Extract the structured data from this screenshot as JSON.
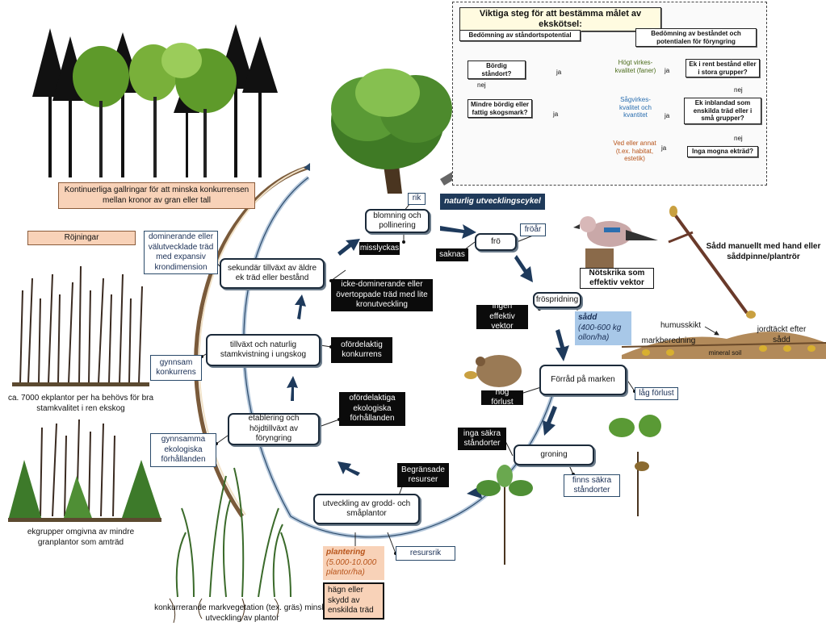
{
  "panel": {
    "title": "Viktiga steg för att bestämma målet av ekskötsel:",
    "left_heading": "Bedömning av ståndortspotential",
    "right_heading": "Bedömning av beståndet och potentialen för föryngring",
    "q_fertile": "Bördig ståndort?",
    "q_less_fertile": "Mindre bördig eller fattig skogsmark?",
    "q_pure": "Ek i rent bestånd eller i stora grupper?",
    "q_mixed": "Ek inblandad som enskilda träd eller i små grupper?",
    "q_mature": "Inga mogna ekträd?",
    "yes": "ja",
    "no": "nej",
    "out_veneer": "Högt virkes-kvalitet (faner)",
    "out_sawn": "Sågvirkes-kvalitet och kvantitet",
    "out_firewood": "Ved eller annat (t.ex. habitat, estetik)",
    "colors": {
      "veneer": "#4a6b1a",
      "sawn": "#2b6fb0",
      "firewood": "#b8541a"
    }
  },
  "left": {
    "thinning_caption": "Kontinuerliga gallringar för att minska konkurrensen mellan kronor av gran eller tall",
    "rojningar": "Röjningar",
    "ca_7000": "ca. 7000 ekplantor per ha behövs för bra stamkvalitet i ren ekskog",
    "ekgrupper": "ekgrupper omgivna av mindre granplantor som amträd",
    "konkurrerande": "konkurrerande markvegetation (tex. gräs) minska utveckling av plantor",
    "dominant": "dominerande eller välutvecklade träd med expansiv krondimension",
    "gynnsam_konk": "gynnsam konkurrens",
    "gynnsamma_eko": "gynnsamma ekologiska förhållanden"
  },
  "cycle": {
    "title": "naturlig utvecklingscykel",
    "blomning": "blomning och pollinering",
    "rik": "rik",
    "misslyckas": "misslyckas",
    "fro": "frö",
    "froar": "fröår",
    "saknas": "saknas",
    "frospridning": "fröspridning",
    "ingen_effektiv": "ingen effektiv vektor",
    "notskrika": "Nötskrika som effektiv vektor",
    "sadd_title": "sådd",
    "sadd_amount": "(400-600 kg ollon/ha)",
    "forrad": "Förråd på marken",
    "hog_forlust": "hög förlust",
    "lag_forlust": "låg förlust",
    "inga_sakra": "inga säkra ståndorter",
    "groning": "groning",
    "finns_sakra": "finns säkra ståndorter",
    "begransade": "Begränsade resurser",
    "utveckling": "utveckling av grodd- och småplantor",
    "resursrik": "resursrik",
    "plantering_title": "plantering",
    "plantering_amount": "(5.000-10.000 plantor/ha)",
    "hagn": "hägn eller skydd av enskilda träd",
    "etablering": "etablering och höjdtillväxt av föryngring",
    "ofordel_eko": "ofördelaktiga ekologiska förhållanden",
    "tillvaxt": "tillväxt och naturlig stamkvistning i ungskog",
    "ofordel_konk": "ofördelaktig konkurrens",
    "sekundar": "sekundär tillväxt av äldre ek träd eller bestånd",
    "icke_dom": "icke-dominerande eller övertoppade träd med lite kronutveckling"
  },
  "sowing": {
    "title": "Sådd manuellt med hand eller såddpinne/plantrör",
    "humus": "humusskikt",
    "markberedning": "markberedning",
    "mineral": "mineral soil",
    "jordtackt": "jordtäckt efter sådd"
  }
}
